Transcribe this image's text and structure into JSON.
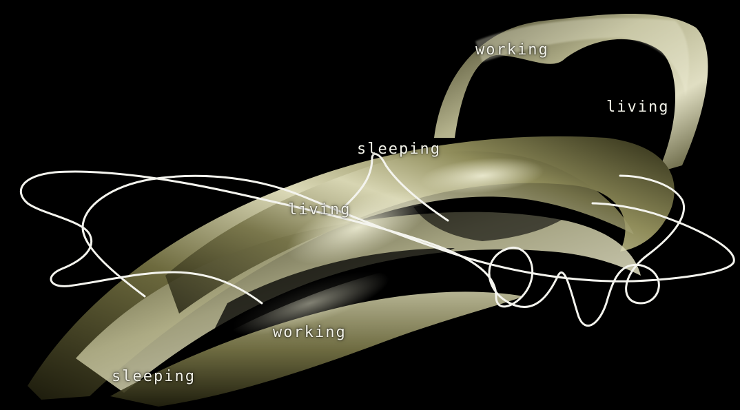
{
  "scene": {
    "description_icon": "ribbon-sculpture-icon",
    "colors": {
      "background": "#000000",
      "ribbon_light": "#e4e3c6",
      "ribbon_mid": "#8f8c5a",
      "ribbon_dark": "#2b2a14",
      "wire": "#f4f4ee"
    }
  },
  "labels": {
    "working_top": "working",
    "living_right": "living",
    "sleeping_mid": "sleeping",
    "living_mid": "living",
    "working_low": "working",
    "sleeping_low": "sleeping"
  }
}
